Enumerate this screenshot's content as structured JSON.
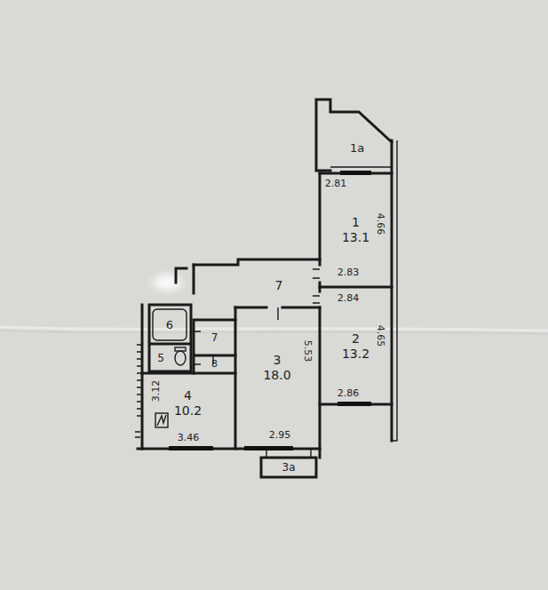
{
  "diagram": {
    "nodes": [
      {
        "text": [
          "1а"
        ]
      },
      {
        "text": [
          "1",
          "13.1"
        ]
      },
      {
        "text": [
          "7"
        ]
      },
      {
        "text": [
          "2",
          "13.2"
        ]
      },
      {
        "text": [
          "6"
        ]
      },
      {
        "text": [
          "7"
        ]
      },
      {
        "text": [
          "5"
        ]
      },
      {
        "text": [
          "8"
        ]
      },
      {
        "text": [
          "3",
          "18.0"
        ]
      },
      {
        "text": [
          "4",
          "10.2"
        ]
      },
      {
        "text": [
          "3а"
        ]
      }
    ],
    "labels": [
      "2.81",
      "4.66",
      "2.83",
      "2.84",
      "4.65",
      "2.86",
      "5.53",
      "2.95",
      "3.12",
      "3.46"
    ]
  }
}
